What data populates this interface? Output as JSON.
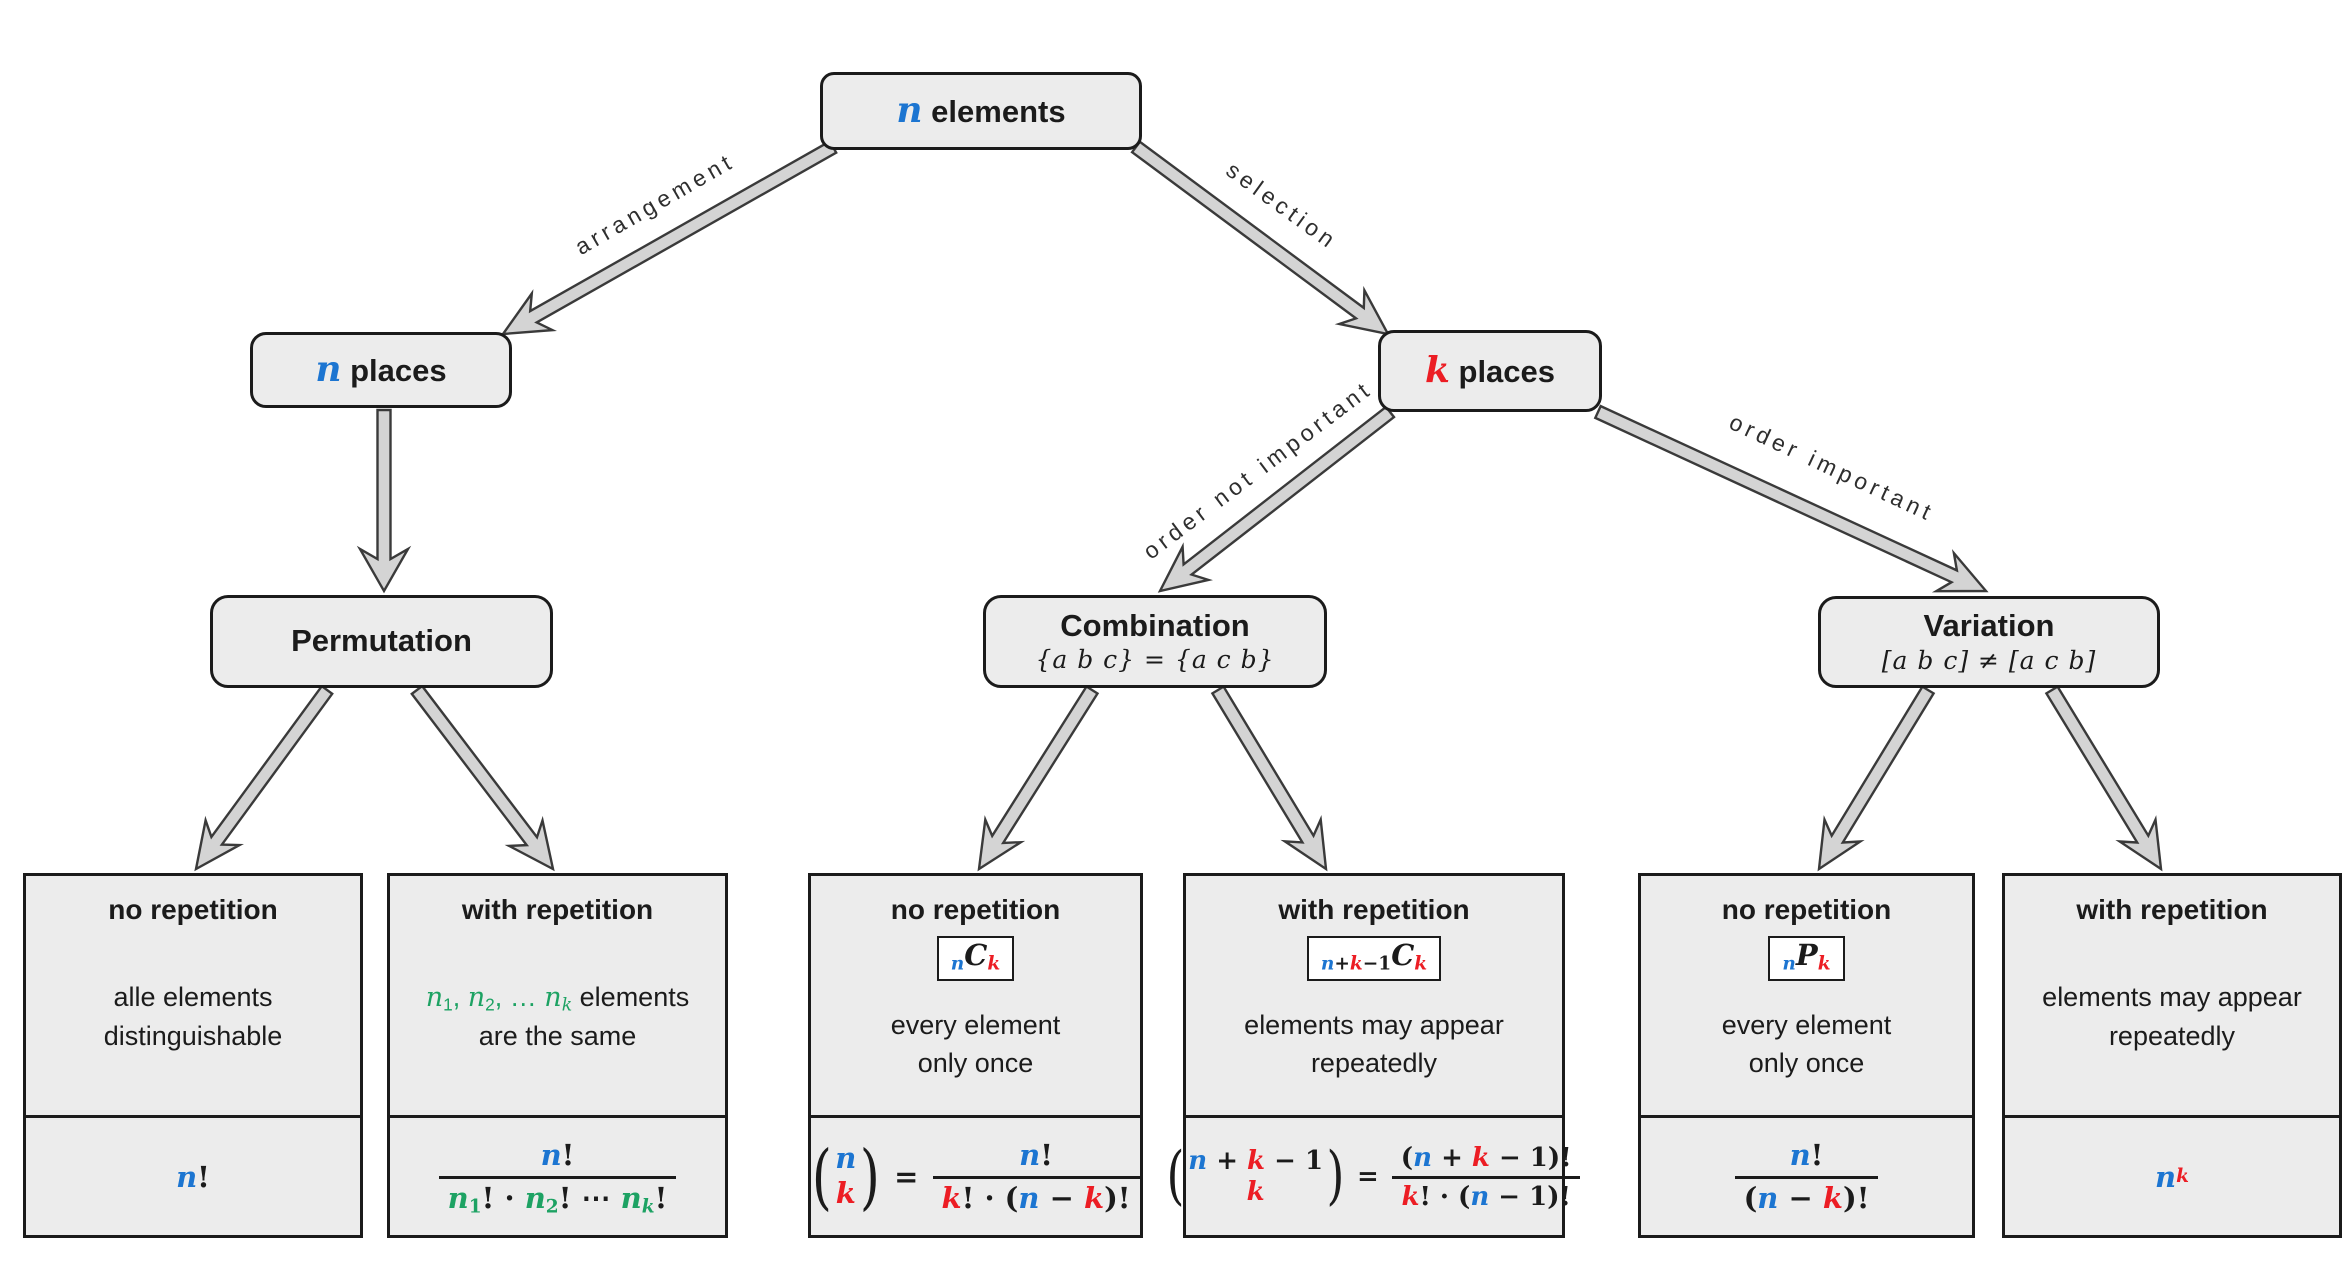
{
  "palette": {
    "blue": "#1c75d1",
    "red": "#ec1d24",
    "green": "#1da263",
    "fill": "#ececec",
    "ink": "#1b1b1b",
    "arrow_fill": "#d4d4d4",
    "arrow_stroke": "#3a3a3a"
  },
  "nodes": {
    "elements": {
      "title": [
        {
          "t": "n",
          "c": "blue",
          "i": 1
        },
        {
          "t": " elements"
        }
      ]
    },
    "n_places": {
      "title": [
        {
          "t": "n",
          "c": "blue",
          "i": 1
        },
        {
          "t": " places"
        }
      ]
    },
    "k_places": {
      "title": [
        {
          "t": "k",
          "c": "red",
          "i": 1
        },
        {
          "t": " places"
        }
      ]
    },
    "permutation": {
      "title": [
        {
          "t": "Permutation"
        }
      ]
    },
    "combination": {
      "title": [
        {
          "t": "Combination"
        }
      ],
      "subtitle": "{a b c} = {a c b}"
    },
    "variation": {
      "title": [
        {
          "t": "Variation"
        }
      ],
      "subtitle": "[a b c] ≠ [a c b]"
    }
  },
  "edges": {
    "arrangement": "arrangement",
    "selection": "selection",
    "order_not_important": "order not important",
    "order_important": "order important"
  },
  "leaves": [
    {
      "header": "no repetition",
      "body": [
        [
          {
            "t": "alle elements"
          }
        ],
        [
          {
            "t": "distinguishable"
          }
        ]
      ],
      "formula": [
        {
          "row": [
            {
              "t": "n",
              "c": "blue",
              "i": 1
            },
            {
              "t": "!"
            }
          ]
        }
      ]
    },
    {
      "header": "with repetition",
      "body": [
        [
          {
            "t": "n",
            "c": "green",
            "i": 1
          },
          {
            "t": "1",
            "c": "green",
            "sub": 1
          },
          {
            "t": ", ",
            "c": "green"
          },
          {
            "t": "n",
            "c": "green",
            "i": 1
          },
          {
            "t": "2",
            "c": "green",
            "sub": 1
          },
          {
            "t": ", … ",
            "c": "green"
          },
          {
            "t": "n",
            "c": "green",
            "i": 1
          },
          {
            "t": "k",
            "c": "green",
            "i": 1,
            "sub": 1
          },
          {
            "t": " elements"
          }
        ],
        [
          {
            "t": "are the same"
          }
        ]
      ],
      "formula": [
        {
          "frac": {
            "top": [
              {
                "t": "n",
                "c": "blue",
                "i": 1
              },
              {
                "t": "!"
              }
            ],
            "bot": [
              {
                "t": "n",
                "c": "green",
                "i": 1
              },
              {
                "t": "1",
                "c": "green",
                "sub": 1
              },
              {
                "t": "! · "
              },
              {
                "t": "n",
                "c": "green",
                "i": 1
              },
              {
                "t": "2",
                "c": "green",
                "sub": 1
              },
              {
                "t": "! ⋯ "
              },
              {
                "t": "n",
                "c": "green",
                "i": 1
              },
              {
                "t": "k",
                "c": "green",
                "i": 1,
                "sub": 1
              },
              {
                "t": "!"
              }
            ]
          }
        }
      ]
    },
    {
      "header": "no repetition",
      "symbol": [
        {
          "t": "n",
          "c": "blue",
          "i": 1,
          "sub": 1
        },
        {
          "t": "C",
          "i": 1
        },
        {
          "t": "k",
          "c": "red",
          "i": 1,
          "sub": 1
        }
      ],
      "body": [
        [
          {
            "t": "every element"
          }
        ],
        [
          {
            "t": "only once"
          }
        ]
      ],
      "formula": [
        {
          "binom": {
            "top": [
              {
                "t": "n",
                "c": "blue",
                "i": 1
              }
            ],
            "bot": [
              {
                "t": "k",
                "c": "red",
                "i": 1
              }
            ]
          }
        },
        {
          "row": [
            {
              "t": " = "
            }
          ]
        },
        {
          "frac": {
            "top": [
              {
                "t": "n",
                "c": "blue",
                "i": 1
              },
              {
                "t": "!"
              }
            ],
            "bot": [
              {
                "t": "k",
                "c": "red",
                "i": 1
              },
              {
                "t": "! · ("
              },
              {
                "t": "n",
                "c": "blue",
                "i": 1
              },
              {
                "t": " − "
              },
              {
                "t": "k",
                "c": "red",
                "i": 1
              },
              {
                "t": ")!"
              }
            ]
          }
        }
      ]
    },
    {
      "header": "with repetition",
      "symbol": [
        {
          "t": "n",
          "c": "blue",
          "i": 1,
          "sub": 1
        },
        {
          "t": "+",
          "sub": 1
        },
        {
          "t": "k",
          "c": "red",
          "i": 1,
          "sub": 1
        },
        {
          "t": "−1",
          "sub": 1
        },
        {
          "t": "C",
          "i": 1
        },
        {
          "t": "k",
          "c": "red",
          "i": 1,
          "sub": 1
        }
      ],
      "body": [
        [
          {
            "t": "elements may appear"
          }
        ],
        [
          {
            "t": "repeatedly"
          }
        ]
      ],
      "formula": [
        {
          "binom": {
            "top": [
              {
                "t": "n",
                "c": "blue",
                "i": 1
              },
              {
                "t": " + "
              },
              {
                "t": "k",
                "c": "red",
                "i": 1
              },
              {
                "t": " − 1"
              }
            ],
            "bot": [
              {
                "t": "k",
                "c": "red",
                "i": 1
              }
            ]
          }
        },
        {
          "row": [
            {
              "t": " = "
            }
          ]
        },
        {
          "frac": {
            "top": [
              {
                "t": "("
              },
              {
                "t": "n",
                "c": "blue",
                "i": 1
              },
              {
                "t": " + "
              },
              {
                "t": "k",
                "c": "red",
                "i": 1
              },
              {
                "t": " − 1)!"
              }
            ],
            "bot": [
              {
                "t": "k",
                "c": "red",
                "i": 1
              },
              {
                "t": "! · ("
              },
              {
                "t": "n",
                "c": "blue",
                "i": 1
              },
              {
                "t": " − 1)!"
              }
            ]
          }
        }
      ]
    },
    {
      "header": "no repetition",
      "symbol": [
        {
          "t": "n",
          "c": "blue",
          "i": 1,
          "sub": 1
        },
        {
          "t": "P",
          "i": 1
        },
        {
          "t": "k",
          "c": "red",
          "i": 1,
          "sub": 1
        }
      ],
      "body": [
        [
          {
            "t": "every element"
          }
        ],
        [
          {
            "t": "only once"
          }
        ]
      ],
      "formula": [
        {
          "frac": {
            "top": [
              {
                "t": "n",
                "c": "blue",
                "i": 1
              },
              {
                "t": "!"
              }
            ],
            "bot": [
              {
                "t": "("
              },
              {
                "t": "n",
                "c": "blue",
                "i": 1
              },
              {
                "t": " − "
              },
              {
                "t": "k",
                "c": "red",
                "i": 1
              },
              {
                "t": ")!"
              }
            ]
          }
        }
      ]
    },
    {
      "header": "with repetition",
      "body": [
        [
          {
            "t": "elements may appear"
          }
        ],
        [
          {
            "t": "repeatedly"
          }
        ]
      ],
      "formula": [
        {
          "row": [
            {
              "t": "n",
              "c": "blue",
              "i": 1
            },
            {
              "t": "k",
              "c": "red",
              "i": 1,
              "sup": 1
            }
          ]
        }
      ]
    }
  ]
}
